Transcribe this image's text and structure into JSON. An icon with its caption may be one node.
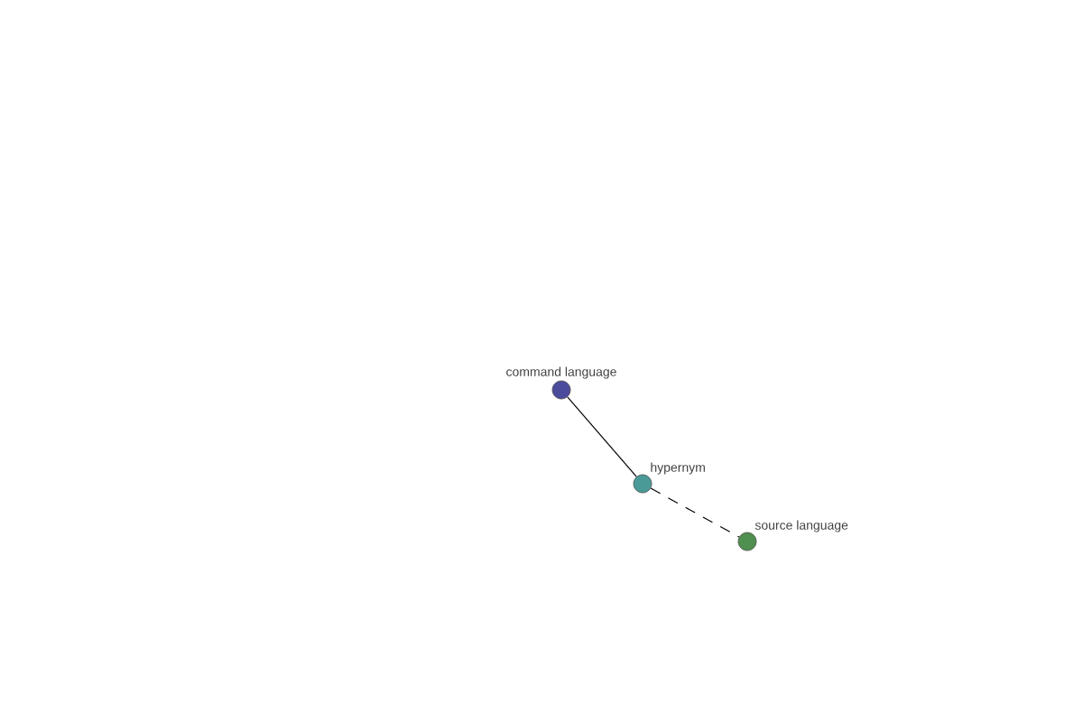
{
  "diagram": {
    "nodes": [
      {
        "text": [
          "command language"
        ]
      },
      {
        "text": [
          "hypernym"
        ]
      },
      {
        "text": [
          "source language"
        ]
      }
    ],
    "edges": [
      {
        "from": 0,
        "to": 1,
        "arrow": "none"
      },
      {
        "from": 1,
        "to": 2,
        "arrow": "none",
        "style": "dashed"
      }
    ]
  }
}
